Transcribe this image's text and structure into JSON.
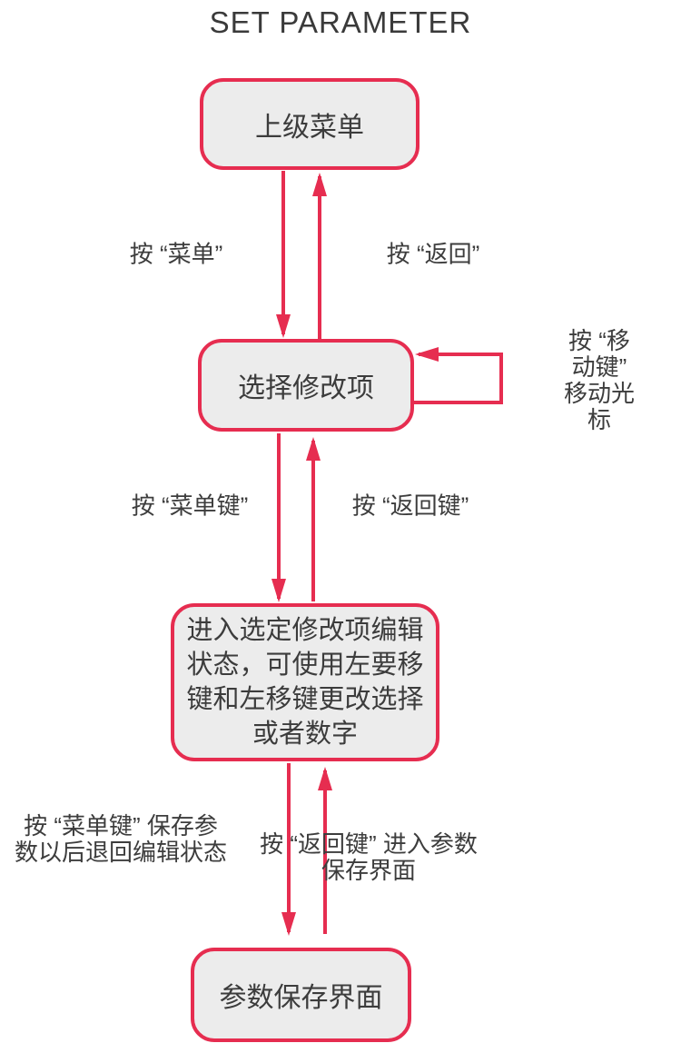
{
  "title": "SET PARAMETER",
  "colors": {
    "accent_red": "#e62d50",
    "box_fill": "#ececec",
    "text": "#3c3c3c"
  },
  "nodes": [
    {
      "id": "top-menu",
      "label": "上级菜单"
    },
    {
      "id": "select-item",
      "label": "选择修改项"
    },
    {
      "id": "edit-state",
      "label": "进入选定修改项编辑\n状态，可使用左要移\n键和左移键更改选择\n或者数字"
    },
    {
      "id": "save-screen",
      "label": "参数保存界面"
    }
  ],
  "edge_labels": [
    {
      "id": "press-menu",
      "text": "按 “菜单”"
    },
    {
      "id": "press-back",
      "text": "按 “返回”"
    },
    {
      "id": "press-move-key",
      "text": "按 “移动键”\n移动光标"
    },
    {
      "id": "press-menu-key",
      "text": "按 “菜单键”"
    },
    {
      "id": "press-back-key",
      "text": "按 “返回键”"
    },
    {
      "id": "press-menu-key-save",
      "text": "按 “菜单键” 保存参\n数以后退回编辑状态"
    },
    {
      "id": "press-back-key-save",
      "text": "按 “返回键” 进入参数\n保存界面"
    }
  ]
}
